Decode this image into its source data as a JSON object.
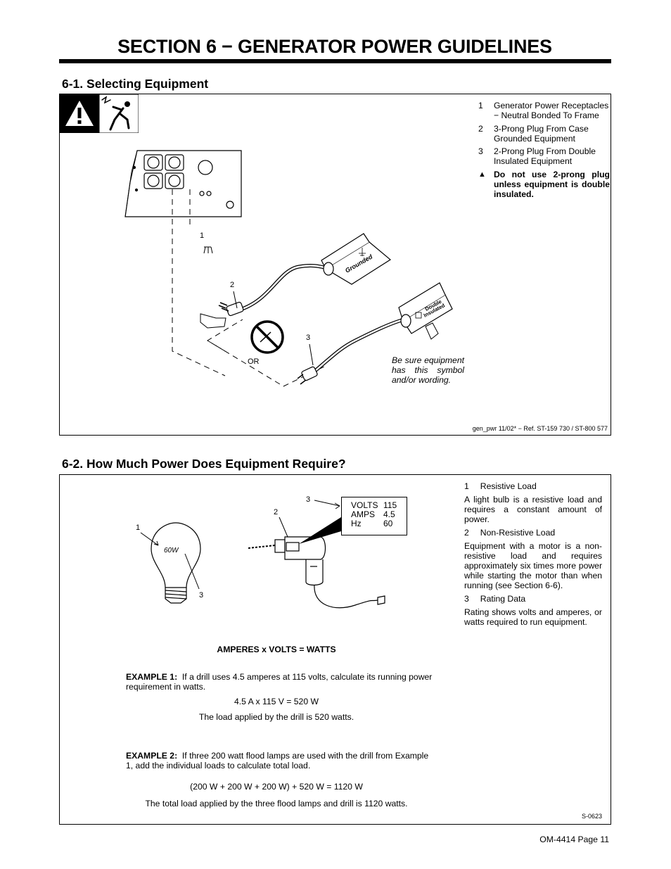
{
  "title": "SECTION 6 − GENERATOR POWER GUIDELINES",
  "s1": {
    "heading": "6-1.   Selecting Equipment",
    "legend": [
      {
        "num": "1",
        "text": "Generator Power Receptacles − Neutral Bonded To Frame"
      },
      {
        "num": "2",
        "text": "3-Prong Plug From Case Grounded Equipment"
      },
      {
        "num": "3",
        "text": "2-Prong Plug From Double Insulated Equipment"
      }
    ],
    "warning_symbol": "▲",
    "warning": "Do not use 2-prong plug unless equipment is double insulated.",
    "callouts": {
      "one": "1",
      "two": "2",
      "three": "3"
    },
    "or_label": "OR",
    "grounded_label": "Grounded",
    "double_label": "Double",
    "insulated_label": "Insulated",
    "symbol_note": "Be sure equipment has this symbol and/or wording.",
    "ref": "gen_pwr 11/02* − Ref. ST-159 730 / ST-800 577",
    "icons": [
      "warning-triangle-icon",
      "electric-shock-icon"
    ]
  },
  "s2": {
    "heading": "6-2.   How Much Power Does Equipment Require?",
    "legend": [
      {
        "num": "1",
        "label": "Resistive Load",
        "desc": "A light bulb is a resistive load and requires a constant amount of power."
      },
      {
        "num": "2",
        "label": "Non-Resistive Load",
        "desc": "Equipment with a motor is a non-resistive load and requires approximately six times more power while starting the motor than when running (see Section 6-6)."
      },
      {
        "num": "3",
        "label": "Rating Data",
        "desc": "Rating shows volts and amperes, or watts required to run equipment."
      }
    ],
    "bulb_label": "60W",
    "rating": {
      "volts_label": "VOLTS",
      "volts": "115",
      "amps_label": "AMPS",
      "amps": "4.5",
      "hz_label": "Hz",
      "hz": "60"
    },
    "callouts": {
      "one": "1",
      "two": "2",
      "three_a": "3",
      "three_b": "3"
    },
    "formula": "AMPERES x VOLTS = WATTS",
    "ex1_label": "EXAMPLE 1:",
    "ex1_text": "If a drill uses 4.5 amperes at 115 volts, calculate its running power requirement in watts.",
    "ex1_calc": "4.5 A x 115 V = 520 W",
    "ex1_result": "The load applied by the drill is 520 watts.",
    "ex2_label": "EXAMPLE 2:",
    "ex2_text": "If three 200 watt flood lamps are used with the drill from Example 1, add the individual loads to calculate total load.",
    "ex2_calc": "(200 W + 200 W + 200 W) + 520 W = 1120 W",
    "ex2_result": "The total load applied by the three flood lamps and drill is 1120 watts.",
    "ref": "S-0623"
  },
  "footer": "OM-4414 Page 11"
}
